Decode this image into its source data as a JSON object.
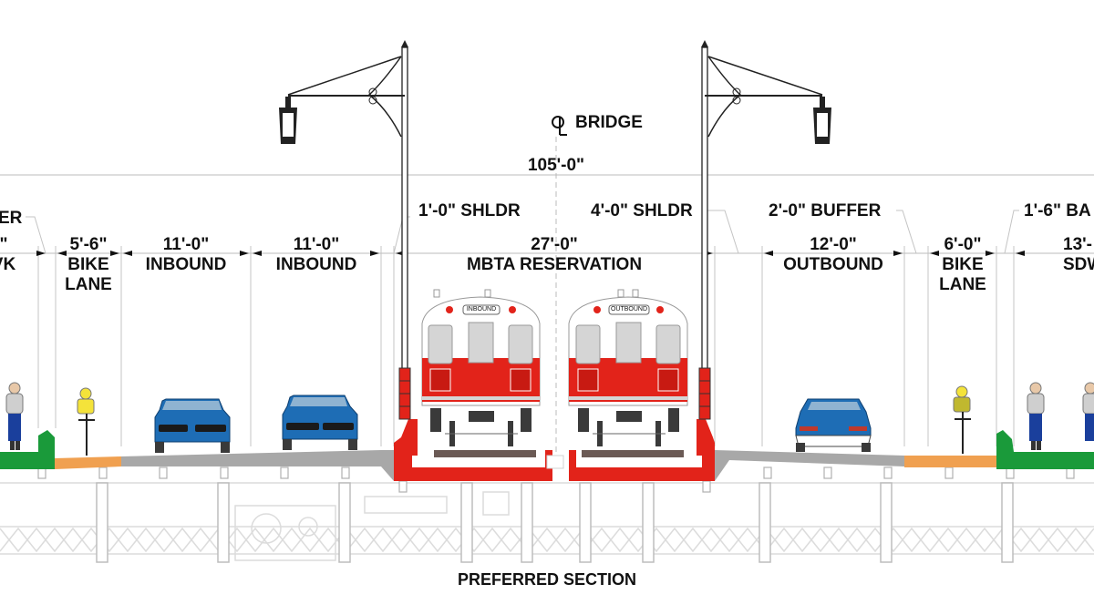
{
  "diagram": {
    "title": "PREFERRED SECTION",
    "centerline_label": "BRIDGE",
    "centerline_symbol": "CL",
    "overall_width": "105'-0\"",
    "callouts": {
      "left_buffer": "ER",
      "left_shoulder": "1'-0\" SHLDR",
      "right_shoulder": "4'-0\" SHLDR",
      "right_buffer": "2'-0\" BUFFER",
      "right_barrier": "1'-6\" BA"
    },
    "segments": [
      {
        "id": "left-sidewalk",
        "dim": "\"",
        "name": "VK"
      },
      {
        "id": "left-bike-lane",
        "dim": "5'-6\"",
        "name": "BIKE",
        "name2": "LANE"
      },
      {
        "id": "inbound-lane-1",
        "dim": "11'-0\"",
        "name": "INBOUND"
      },
      {
        "id": "inbound-lane-2",
        "dim": "11'-0\"",
        "name": "INBOUND"
      },
      {
        "id": "mbta-reservation",
        "dim": "27'-0\"",
        "name": "MBTA RESERVATION"
      },
      {
        "id": "outbound-lane",
        "dim": "12'-0\"",
        "name": "OUTBOUND"
      },
      {
        "id": "right-bike-lane",
        "dim": "6'-0\"",
        "name": "BIKE",
        "name2": "LANE"
      },
      {
        "id": "right-sidewalk",
        "dim": "13'-",
        "name": "SDW"
      }
    ],
    "trains": [
      {
        "sign": "INBOUND"
      },
      {
        "sign": "OUTBOUND"
      }
    ],
    "colors": {
      "sidewalk": "#1a9a3a",
      "bike_lane": "#f0a050",
      "roadway": "#a8a8a8",
      "mbta": "#e2231a",
      "car": "#1e6db5",
      "structure": "#d8d8d8"
    }
  }
}
